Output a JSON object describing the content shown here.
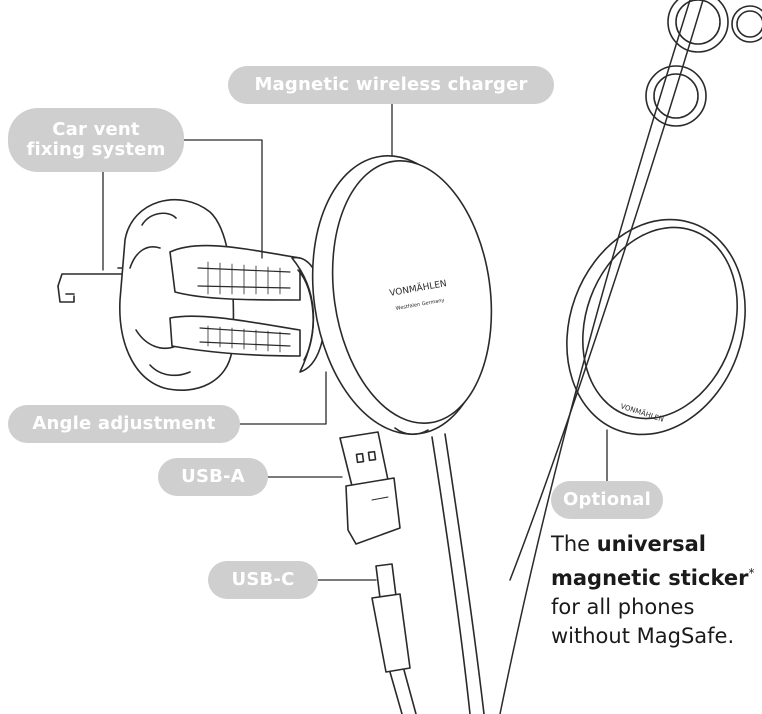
{
  "labels": {
    "car_vent_line1": "Car vent",
    "car_vent_line2": "fixing system",
    "magnetic_charger": "Magnetic wireless charger",
    "angle_adjustment": "Angle adjustment",
    "usb_a": "USB-A",
    "usb_c": "USB-C",
    "optional": "Optional"
  },
  "description": {
    "prefix": "The ",
    "bold_line1": "universal",
    "bold_line2": "magnetic sticker",
    "asterisk": "*",
    "rest_line1": "for all phones",
    "rest_line2": "without MagSafe."
  },
  "brand": {
    "charger_logo": "VONMÄHLEN",
    "charger_sub": "Westfalen Germany",
    "ring_logo": "VONMÄHLEN"
  },
  "colors": {
    "pill": "#cfcfcf",
    "line": "#2a2a2a",
    "text": "#1a1a1a"
  }
}
